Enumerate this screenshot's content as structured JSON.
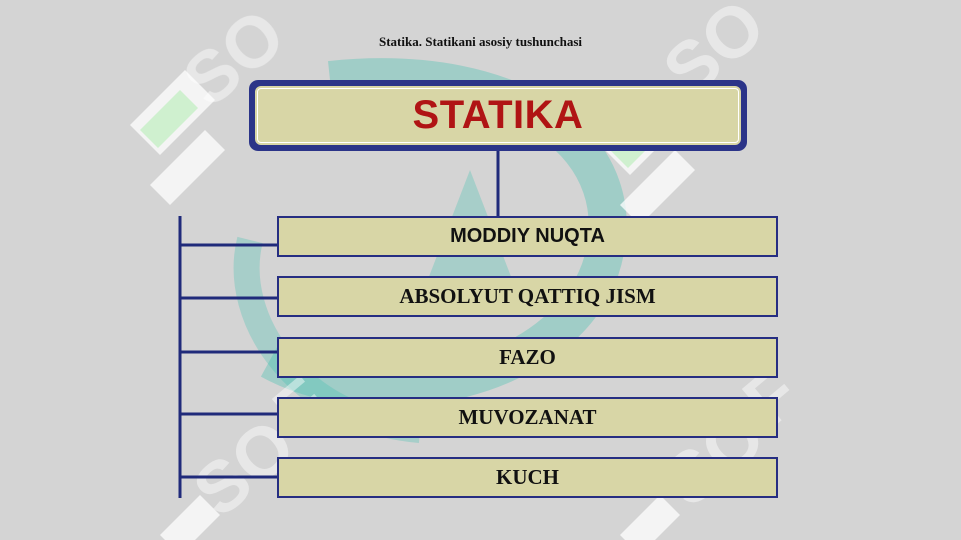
{
  "page_title": "Statika. Statikani asosiy tushunchasi",
  "root": {
    "label": "STATIKA"
  },
  "items": [
    {
      "label": "MODDIY NUQTA"
    },
    {
      "label": "ABSOLYUT QATTIQ JISM"
    },
    {
      "label": "FAZO"
    },
    {
      "label": "MUVOZANAT"
    },
    {
      "label": "KUCH"
    }
  ],
  "colors": {
    "box_fill": "#d8d6a6",
    "connector": "#1f2a7a",
    "root_text": "#b01414",
    "background": "#d4d4d4"
  },
  "watermark": {
    "text": "SOFF"
  }
}
